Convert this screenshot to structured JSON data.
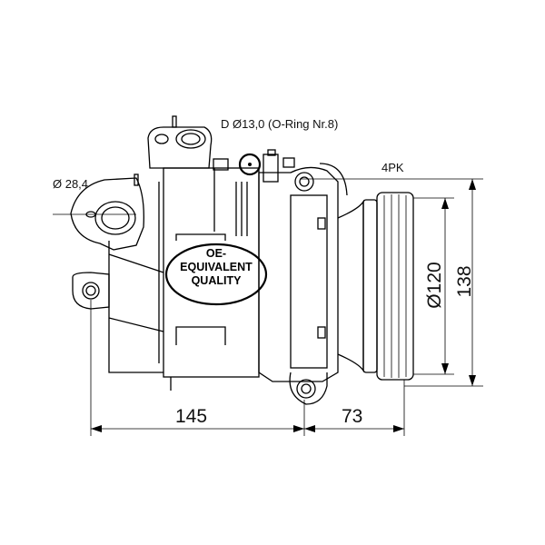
{
  "labels": {
    "connection_d": "D Ø13,0 (O-Ring Nr.8)",
    "connection_s": "Ø 28,4",
    "belt": "4PK",
    "badge_line1": "OE-",
    "badge_line2": "EQUIVALENT",
    "badge_line3": "QUALITY"
  },
  "dimensions": {
    "length_body": "145",
    "length_clutch": "73",
    "height_total": "138",
    "pulley_diameter": "Ø120"
  }
}
